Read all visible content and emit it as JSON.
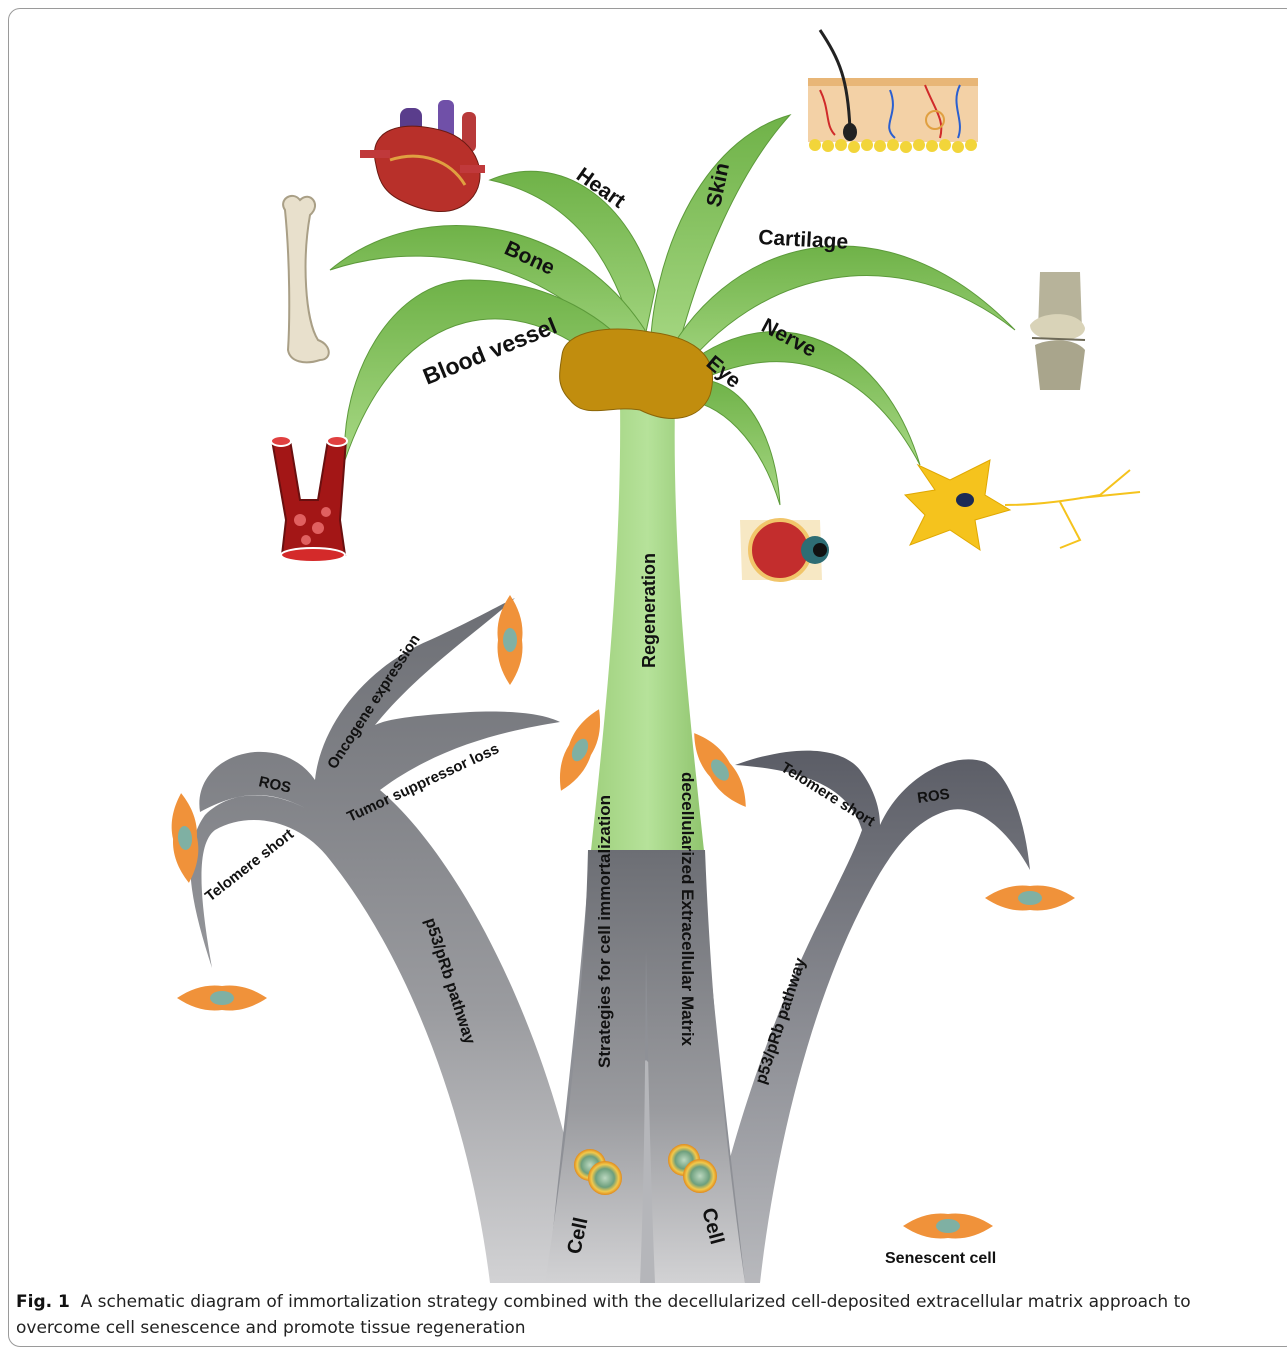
{
  "organs": {
    "heart": "Heart",
    "skin": "Skin",
    "bone": "Bone",
    "cartilage": "Cartilage",
    "blood_vessel": "Blood vessel",
    "nerve": "Nerve",
    "eye": "Eye"
  },
  "trunk": {
    "regeneration": "Regeneration",
    "strategies": "Strategies for cell immortalization",
    "ecm": "decellularized Extracellular Matrix",
    "cell_left": "Cell",
    "cell_right": "Cell"
  },
  "left_branches": {
    "oncogene": "Oncogene expression",
    "tumor": "Tumor suppressor loss",
    "ros": "ROS",
    "telomere": "Telomere short",
    "pathway": "p53/pRb pathway"
  },
  "right_branches": {
    "telomere": "Telomere short",
    "ros": "ROS",
    "pathway": "p53/pRb pathway"
  },
  "legend": {
    "senescent": "Senescent cell"
  },
  "caption": {
    "label": "Fig. 1",
    "text": "A schematic diagram of immortalization strategy combined with the decellularized cell-deposited extracellular matrix approach to overcome cell senescence and promote tissue regeneration"
  },
  "colors": {
    "leaf_green": "#8cc461",
    "trunk_green": "#a9d98a",
    "gray_branch": "#8f9095",
    "core": "#c18d0e"
  }
}
